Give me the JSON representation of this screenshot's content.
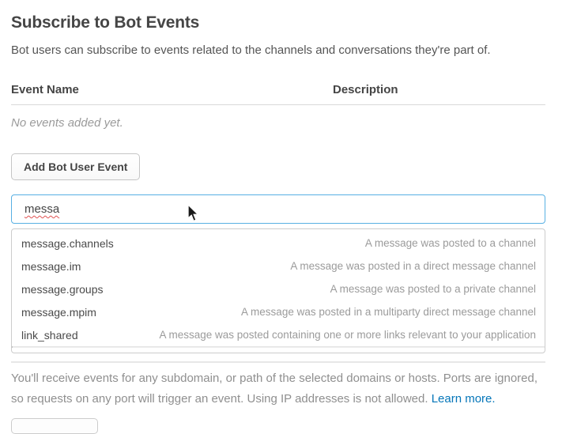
{
  "page": {
    "title": "Subscribe to Bot Events",
    "subtitle": "Bot users can subscribe to events related to the channels and conversations they're part of."
  },
  "table": {
    "columns": {
      "event_name": "Event Name",
      "description": "Description"
    },
    "empty_text": "No events added yet."
  },
  "actions": {
    "add_button_label": "Add Bot User Event"
  },
  "search": {
    "value": "messa"
  },
  "suggestions": {
    "items": [
      {
        "name": "message.channels",
        "description": "A message was posted to a channel"
      },
      {
        "name": "message.im",
        "description": "A message was posted in a direct message channel"
      },
      {
        "name": "message.groups",
        "description": "A message was posted to a private channel"
      },
      {
        "name": "message.mpim",
        "description": "A message was posted in a multiparty direct message channel"
      },
      {
        "name": "link_shared",
        "description": "A message was posted containing one or more links relevant to your application"
      }
    ]
  },
  "footer": {
    "note": "You'll receive events for any subdomain, or path of the selected domains or hosts. Ports are ignored, so requests on any port will trigger an event. Using IP addresses is not allowed. ",
    "link_label": "Learn more."
  },
  "colors": {
    "link_blue": "#0576b9",
    "input_focus_border": "#58b0e3",
    "text_dark": "#454545",
    "text_muted": "#9b9b9b"
  }
}
